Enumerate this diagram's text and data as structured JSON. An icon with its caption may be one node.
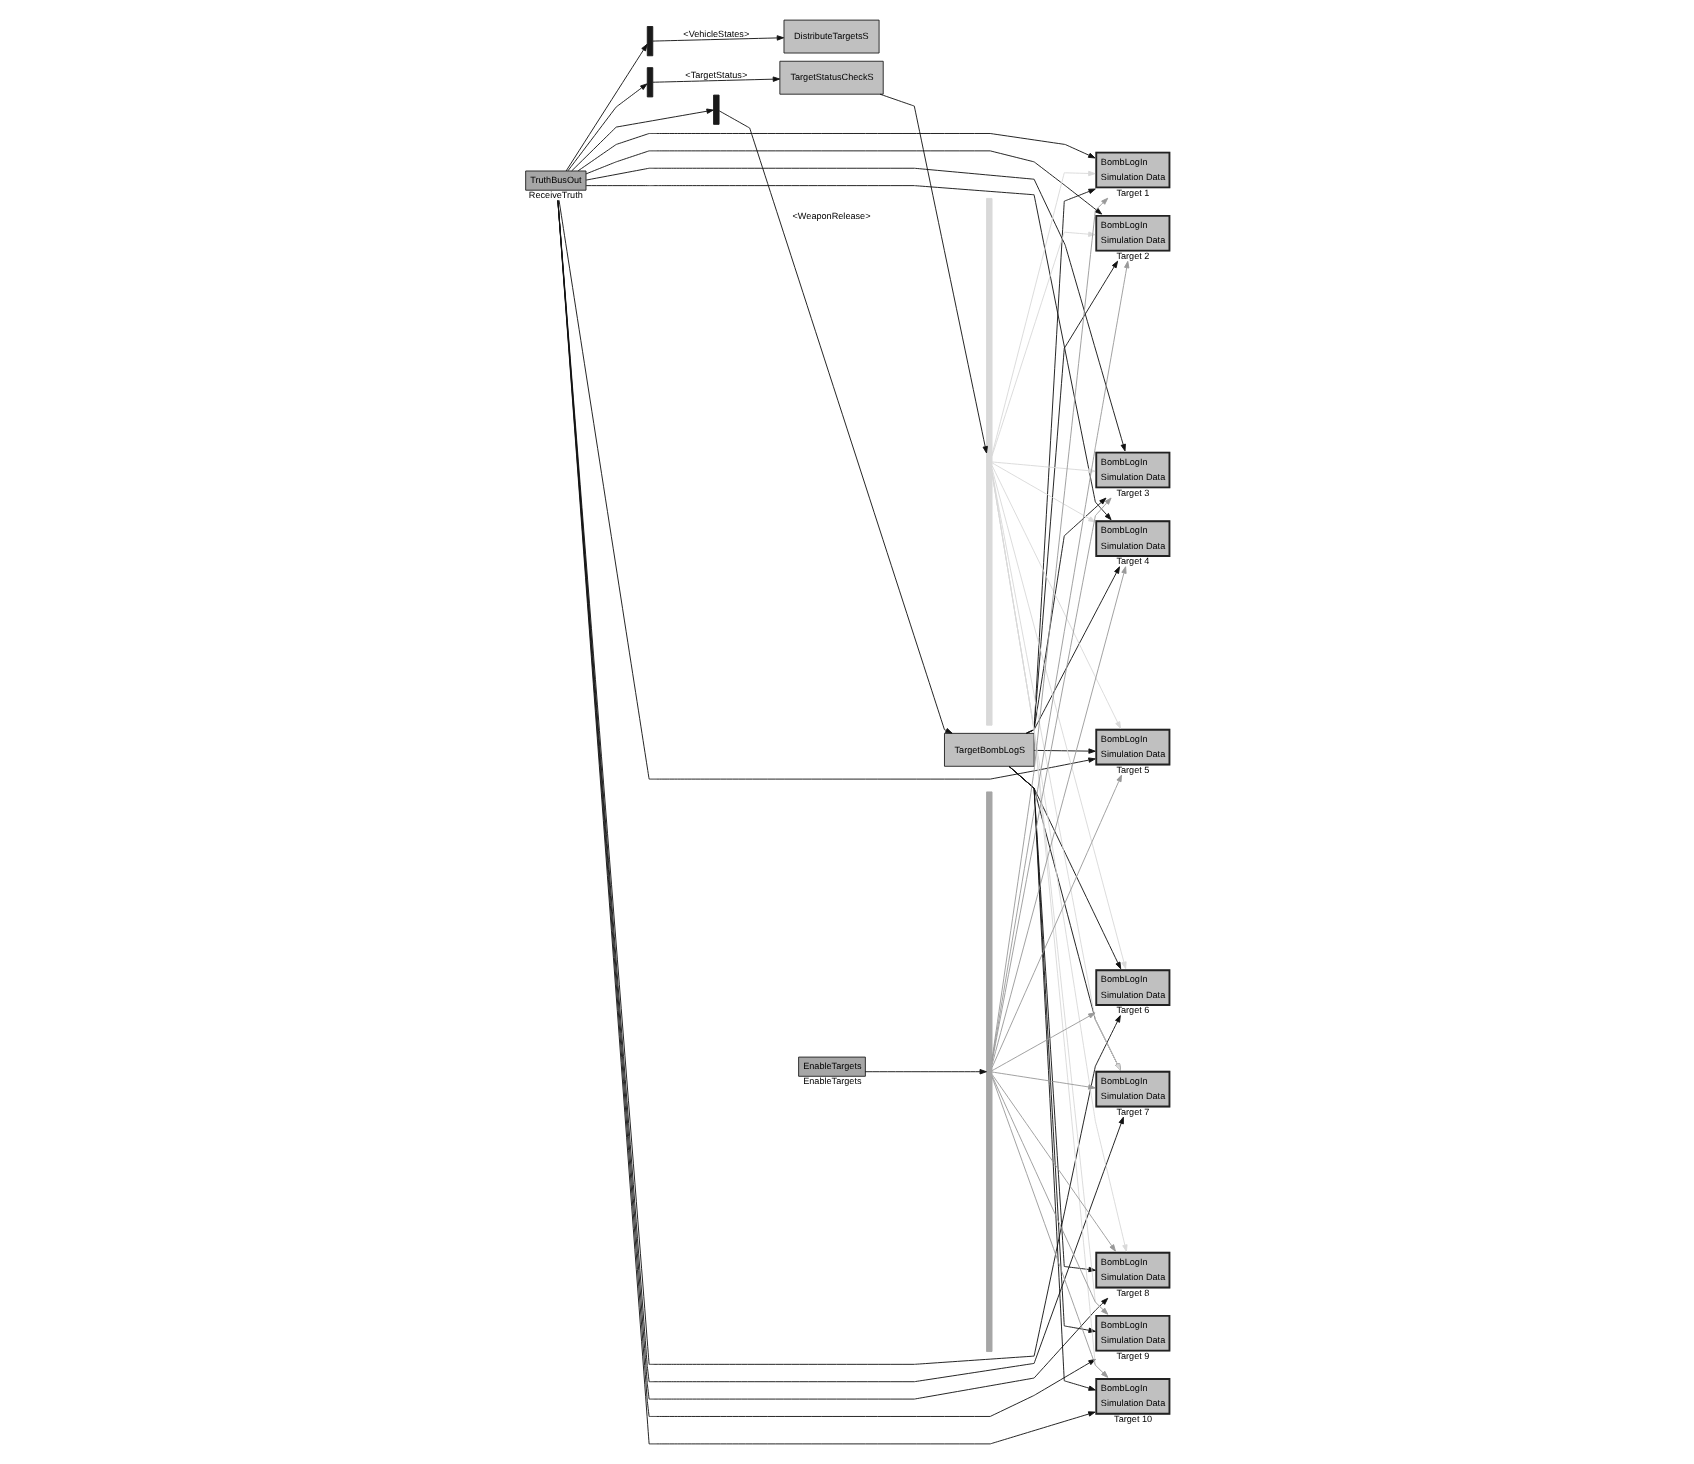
{
  "diagram": {
    "nodes": [
      {
        "text": [
          "TruthBusOut"
        ],
        "beside": [
          "ReceiveTruth"
        ]
      },
      {
        "text": [
          "EnableTargets"
        ],
        "beside": [
          "EnableTargets"
        ]
      },
      {
        "text": [],
        "shape": "bar"
      },
      {
        "text": [
          "DistributeTargetsS"
        ]
      },
      {
        "text": [],
        "shape": "bar"
      },
      {
        "text": [
          "TargetStatusCheckS"
        ]
      },
      {
        "text": [],
        "shape": "bar"
      },
      {
        "text": [
          "TargetBombLogS"
        ]
      },
      {
        "text": [],
        "shape": "bar"
      },
      {
        "text": [],
        "shape": "bar"
      },
      {
        "text": [
          "BombLogIn",
          "Simulation Data"
        ],
        "beside": [
          "Target 1"
        ]
      },
      {
        "text": [
          "BombLogIn",
          "Simulation Data"
        ],
        "beside": [
          "Target 2"
        ]
      },
      {
        "text": [
          "BombLogIn",
          "Simulation Data"
        ],
        "beside": [
          "Target 3"
        ]
      },
      {
        "text": [
          "BombLogIn",
          "Simulation Data"
        ],
        "beside": [
          "Target 4"
        ]
      },
      {
        "text": [
          "BombLogIn",
          "Simulation Data"
        ],
        "beside": [
          "Target 5"
        ]
      },
      {
        "text": [
          "BombLogIn",
          "Simulation Data"
        ],
        "beside": [
          "Target 6"
        ]
      },
      {
        "text": [
          "BombLogIn",
          "Simulation Data"
        ],
        "beside": [
          "Target 7"
        ]
      },
      {
        "text": [
          "BombLogIn",
          "Simulation Data"
        ],
        "beside": [
          "Target 8"
        ]
      },
      {
        "text": [
          "BombLogIn",
          "Simulation Data"
        ],
        "beside": [
          "Target 9"
        ]
      },
      {
        "text": [
          "BombLogIn",
          "Simulation Data"
        ],
        "beside": [
          "Target 10"
        ]
      }
    ],
    "edges": [
      {
        "from": 0,
        "to": 2,
        "arrow": "to"
      },
      {
        "from": 0,
        "to": 4,
        "arrow": "to"
      },
      {
        "from": 0,
        "to": 6,
        "arrow": "to"
      },
      {
        "from": 2,
        "to": 3,
        "arrow": "to",
        "label": "<VehicleStates>"
      },
      {
        "from": 4,
        "to": 5,
        "arrow": "to",
        "label": "<TargetStatus>"
      },
      {
        "from": 6,
        "to": 7,
        "arrow": "to",
        "label": "<WeaponRelease>"
      },
      {
        "from": 5,
        "to": 8,
        "arrow": "to"
      },
      {
        "from": 1,
        "to": 9,
        "arrow": "to"
      },
      {
        "from": 0,
        "to": 10,
        "arrow": "to"
      },
      {
        "from": 0,
        "to": 11,
        "arrow": "to"
      },
      {
        "from": 0,
        "to": 12,
        "arrow": "to"
      },
      {
        "from": 0,
        "to": 13,
        "arrow": "to"
      },
      {
        "from": 0,
        "to": 14,
        "arrow": "to"
      },
      {
        "from": 0,
        "to": 15,
        "arrow": "to"
      },
      {
        "from": 0,
        "to": 16,
        "arrow": "to"
      },
      {
        "from": 0,
        "to": 17,
        "arrow": "to"
      },
      {
        "from": 0,
        "to": 18,
        "arrow": "to"
      },
      {
        "from": 0,
        "to": 19,
        "arrow": "to"
      },
      {
        "from": 7,
        "to": 10,
        "arrow": "to"
      },
      {
        "from": 7,
        "to": 11,
        "arrow": "to"
      },
      {
        "from": 7,
        "to": 12,
        "arrow": "to"
      },
      {
        "from": 7,
        "to": 13,
        "arrow": "to"
      },
      {
        "from": 7,
        "to": 14,
        "arrow": "to"
      },
      {
        "from": 7,
        "to": 15,
        "arrow": "to"
      },
      {
        "from": 7,
        "to": 16,
        "arrow": "to"
      },
      {
        "from": 7,
        "to": 17,
        "arrow": "to"
      },
      {
        "from": 7,
        "to": 18,
        "arrow": "to"
      },
      {
        "from": 7,
        "to": 19,
        "arrow": "to"
      },
      {
        "from": 9,
        "to": 10,
        "arrow": "to",
        "color": "#999999"
      },
      {
        "from": 9,
        "to": 11,
        "arrow": "to",
        "color": "#999999"
      },
      {
        "from": 9,
        "to": 12,
        "arrow": "to",
        "color": "#999999"
      },
      {
        "from": 9,
        "to": 13,
        "arrow": "to",
        "color": "#999999"
      },
      {
        "from": 9,
        "to": 14,
        "arrow": "to",
        "color": "#999999"
      },
      {
        "from": 9,
        "to": 15,
        "arrow": "to",
        "color": "#999999"
      },
      {
        "from": 9,
        "to": 16,
        "arrow": "to",
        "color": "#999999"
      },
      {
        "from": 9,
        "to": 17,
        "arrow": "to",
        "color": "#999999"
      },
      {
        "from": 9,
        "to": 18,
        "arrow": "to",
        "color": "#999999"
      },
      {
        "from": 9,
        "to": 19,
        "arrow": "to",
        "color": "#999999"
      },
      {
        "from": 8,
        "to": 10,
        "arrow": "to",
        "color": "#d9d9d9"
      },
      {
        "from": 8,
        "to": 11,
        "arrow": "to",
        "color": "#d9d9d9"
      },
      {
        "from": 8,
        "to": 12,
        "arrow": "to",
        "color": "#d9d9d9"
      },
      {
        "from": 8,
        "to": 13,
        "arrow": "to",
        "color": "#d9d9d9"
      },
      {
        "from": 8,
        "to": 14,
        "arrow": "to",
        "color": "#d9d9d9"
      },
      {
        "from": 8,
        "to": 15,
        "arrow": "to",
        "color": "#d9d9d9"
      },
      {
        "from": 8,
        "to": 16,
        "arrow": "to",
        "color": "#d9d9d9"
      },
      {
        "from": 8,
        "to": 17,
        "arrow": "to",
        "color": "#d9d9d9"
      },
      {
        "from": 8,
        "to": 18,
        "arrow": "to",
        "color": "#d9d9d9"
      },
      {
        "from": 8,
        "to": 19,
        "arrow": "to",
        "color": "#d9d9d9"
      }
    ]
  }
}
